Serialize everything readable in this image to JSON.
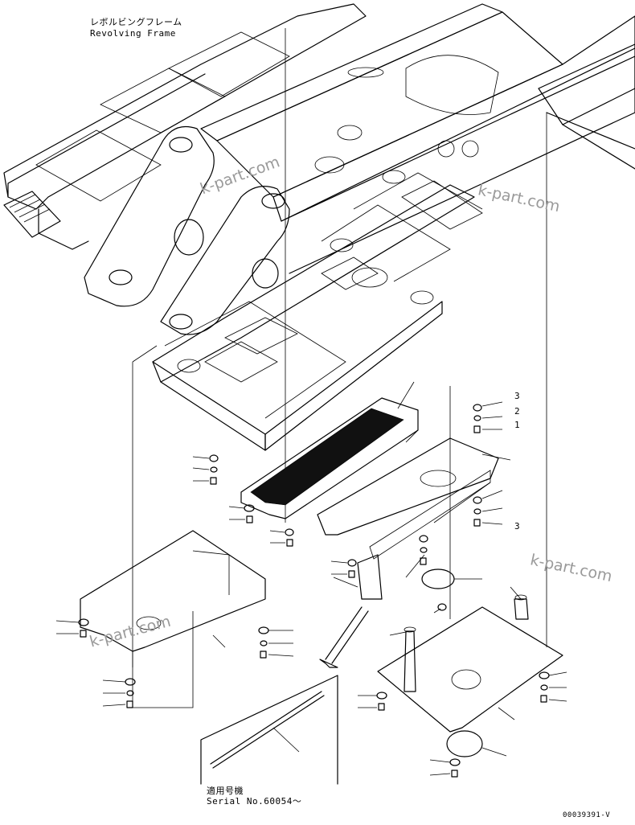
{
  "header": {
    "title_jp": "レボルビングフレーム",
    "title_en": "Revolving Frame"
  },
  "serial": {
    "label_jp": "適用号機",
    "label_en": "Serial No.60054～"
  },
  "drawing_id": "00039391-V",
  "watermarks": [
    "k-part.com",
    "k-part.com",
    "k-part.com",
    "k-part.com"
  ],
  "callout_numbers": [
    "3",
    "2",
    "1",
    "3"
  ],
  "colors": {
    "line": "#000000",
    "watermark": "#9a9a9a",
    "background": "#ffffff"
  }
}
